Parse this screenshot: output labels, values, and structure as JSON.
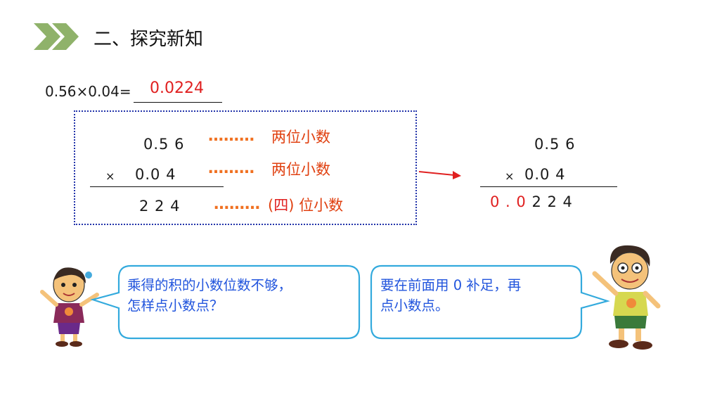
{
  "header": {
    "title": "二、探究新知",
    "icon": "double-chevron-right-icon",
    "accent_color": "#8fb26a"
  },
  "problem": {
    "equation": "0.56×0.04=",
    "answer": "0.0224"
  },
  "left_calc": {
    "multiplicand": "0.5 6",
    "times_sign": "×",
    "multiplier": "0.0 4",
    "product": "2 2 4",
    "dots": "………",
    "note1": "两位小数",
    "note2": "两位小数",
    "note3_open": "(",
    "note3_fill": "四",
    "note3_close": ")",
    "note3_suffix": " 位小数"
  },
  "right_calc": {
    "multiplicand": "0.5 6",
    "times_sign": "×",
    "multiplier": "0.0 4",
    "product_prefix": "0 . 0",
    "product_digits": "2 2 4"
  },
  "bubbles": {
    "girl_line1": "乘得的积的小数位数不够，",
    "girl_line2": "怎样点小数点？",
    "boy_line1": "要在前面用 0 补足，再",
    "boy_line2": "点小数点。"
  },
  "colors": {
    "red": "#e02020",
    "orange": "#f07020",
    "box_border": "#2233aa",
    "bubble_border": "#33aadd",
    "bubble_text": "#2255dd"
  }
}
